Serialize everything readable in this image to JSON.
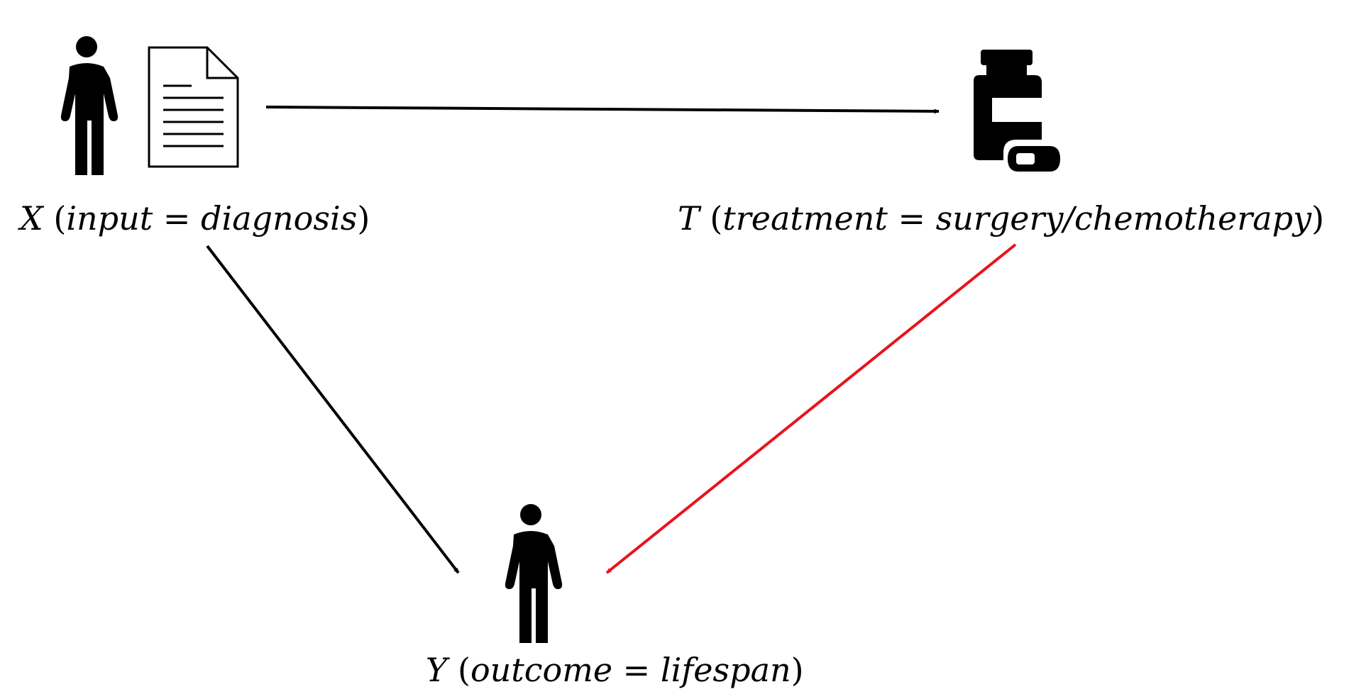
{
  "nodes": {
    "x": {
      "var": "X",
      "open": "(",
      "key": "input",
      "eq": " = ",
      "value": "diagnosis",
      "close": ")",
      "icons": [
        "person-icon",
        "document-icon"
      ]
    },
    "t": {
      "var": "T",
      "open": "(",
      "key": "treatment",
      "eq": " = ",
      "value": "surgery/chemotherapy",
      "close": ")",
      "icons": [
        "medicine-bottle-icon"
      ]
    },
    "y": {
      "var": "Y",
      "open": "(",
      "key": "outcome",
      "eq": " = ",
      "value": "lifespan",
      "close": ")",
      "icons": [
        "person-icon"
      ]
    }
  },
  "edges": [
    {
      "from": "X",
      "to": "T",
      "color": "#000000"
    },
    {
      "from": "X",
      "to": "Y",
      "color": "#000000"
    },
    {
      "from": "T",
      "to": "Y",
      "color": "#e8131c"
    }
  ]
}
